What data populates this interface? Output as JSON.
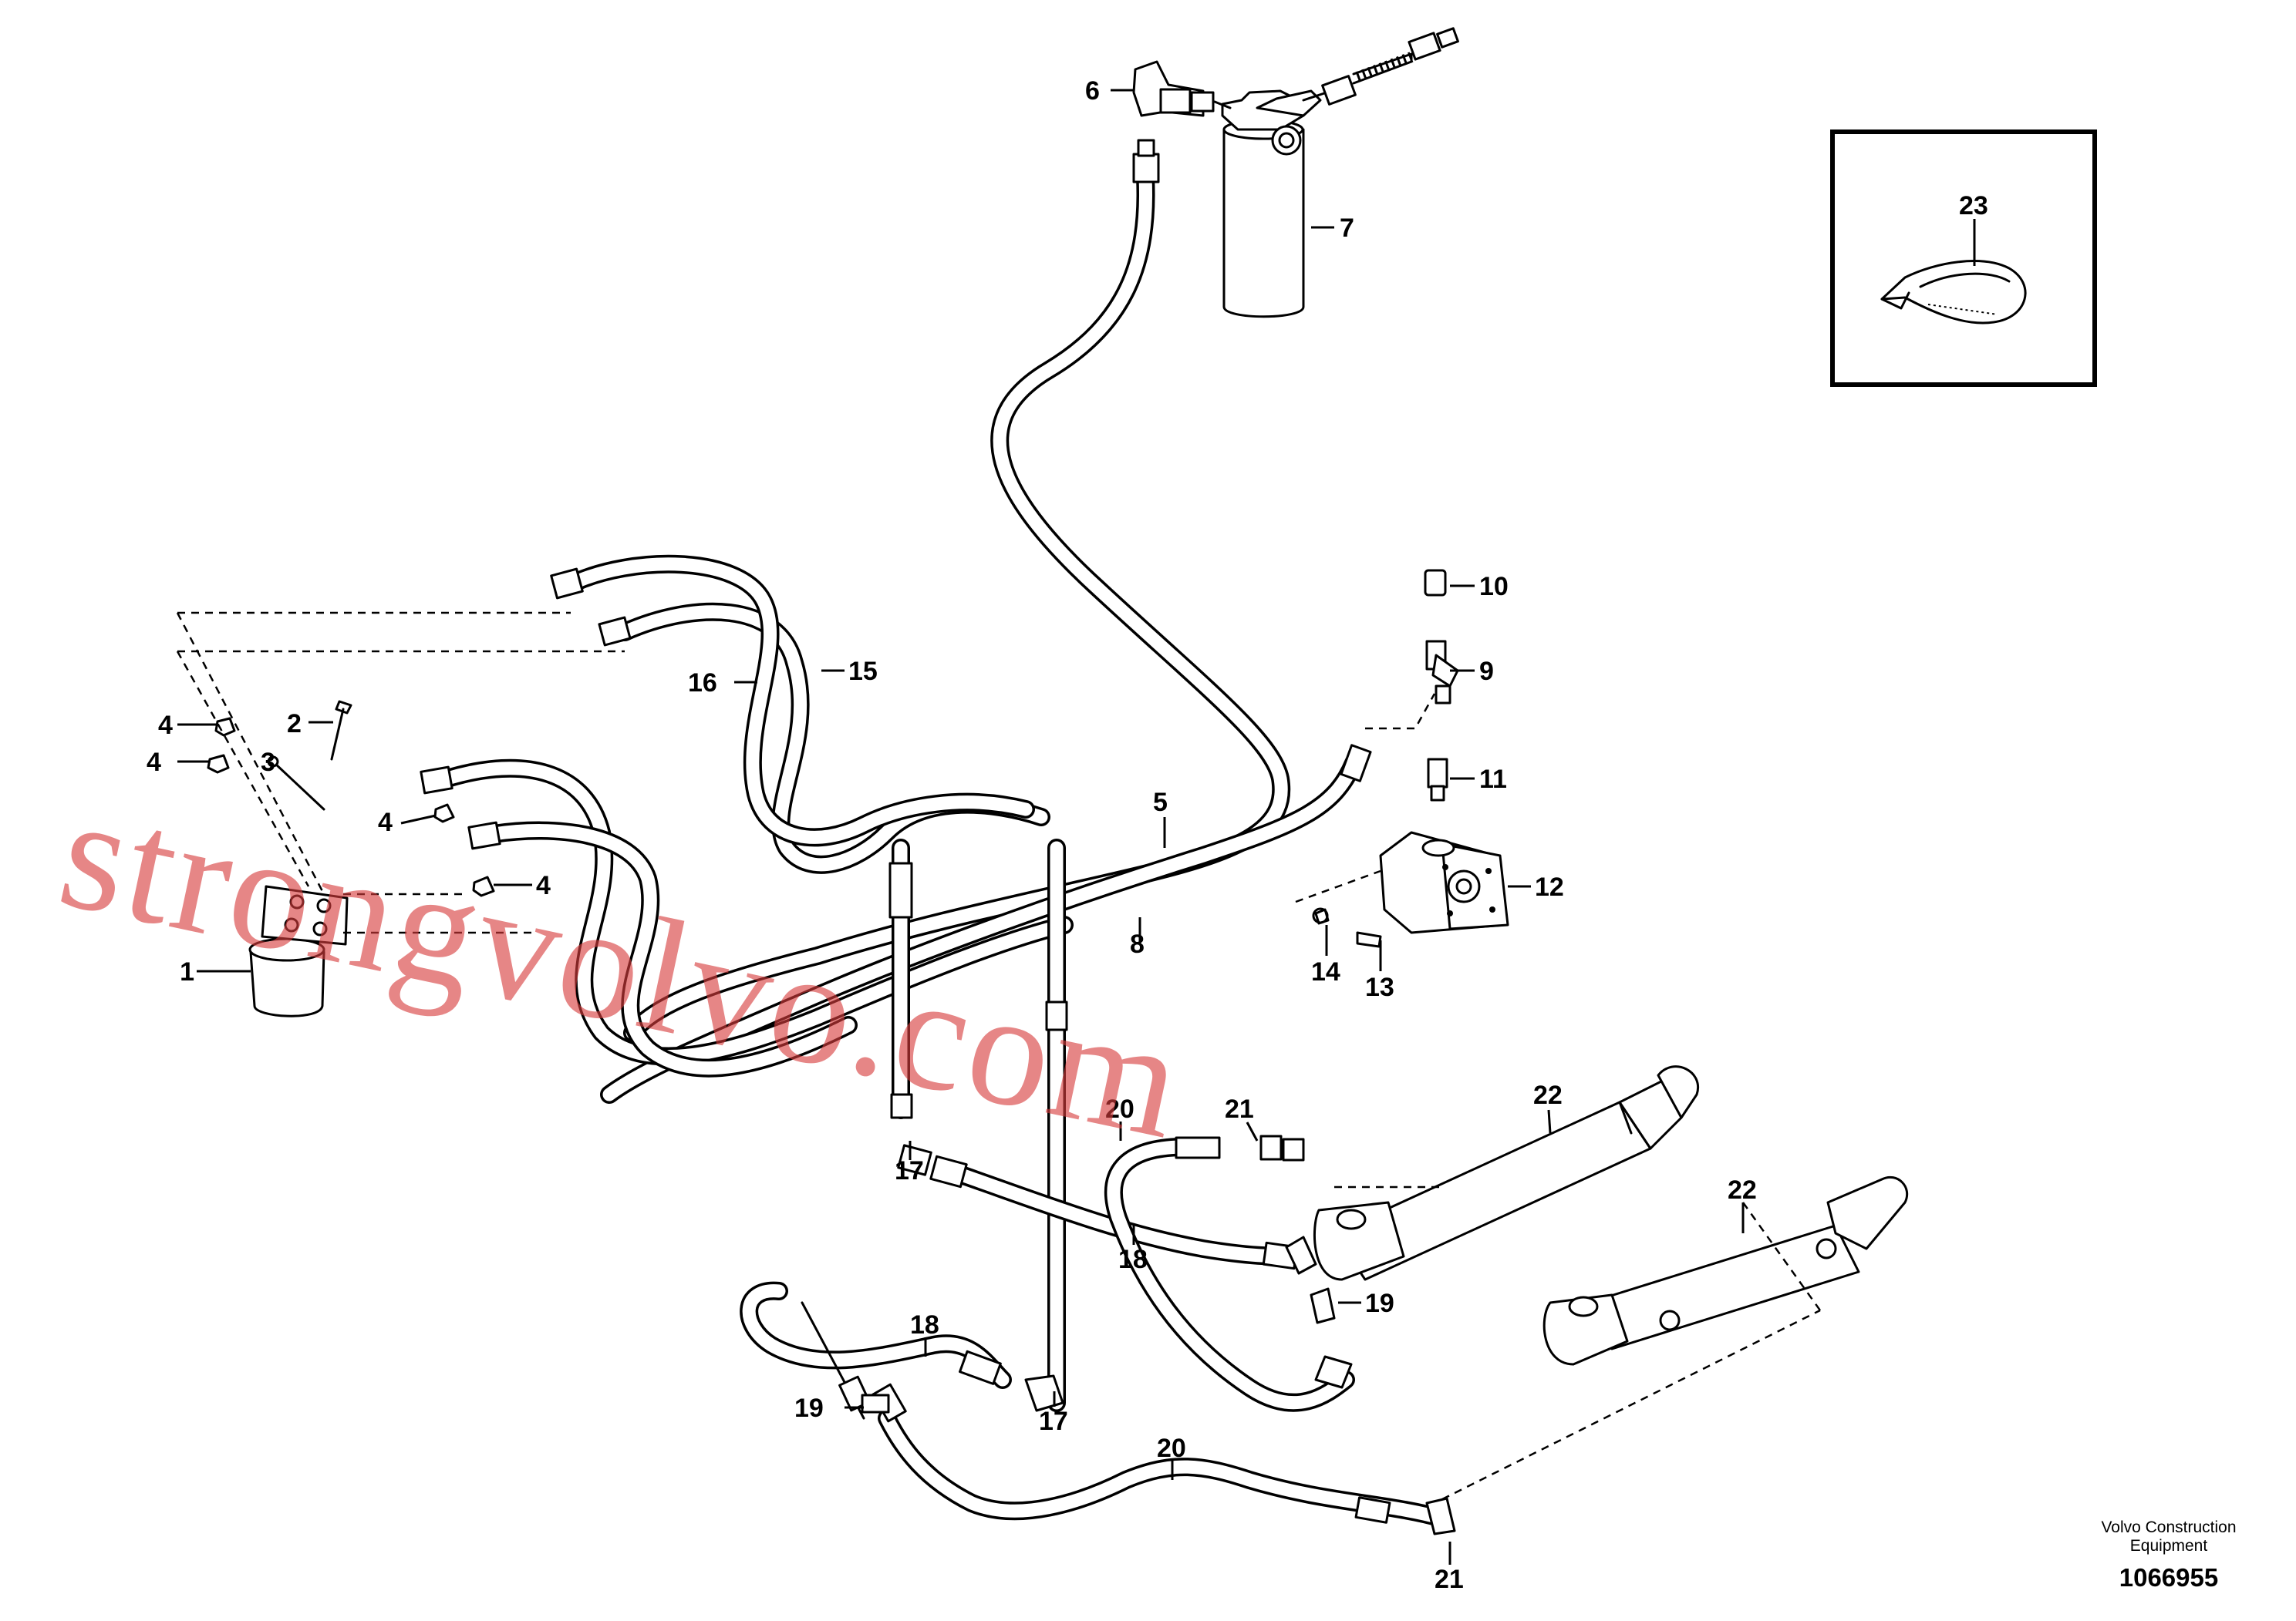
{
  "callouts": {
    "c1": "1",
    "c2": "2",
    "c3": "3",
    "c4a": "4",
    "c4b": "4",
    "c4c": "4",
    "c4d": "4",
    "c5": "5",
    "c6": "6",
    "c7": "7",
    "c8": "8",
    "c9": "9",
    "c10": "10",
    "c11": "11",
    "c12": "12",
    "c13": "13",
    "c14": "14",
    "c15": "15",
    "c16": "16",
    "c17a": "17",
    "c17b": "17",
    "c18a": "18",
    "c18b": "18",
    "c19a": "19",
    "c19b": "19",
    "c20a": "20",
    "c20b": "20",
    "c21a": "21",
    "c21b": "21",
    "c22a": "22",
    "c22b": "22",
    "c23": "23"
  },
  "watermark": "strongvolvo.com",
  "footer": {
    "brand_line1": "Volvo Construction",
    "brand_line2": "Equipment",
    "reference_number": "1066955"
  }
}
